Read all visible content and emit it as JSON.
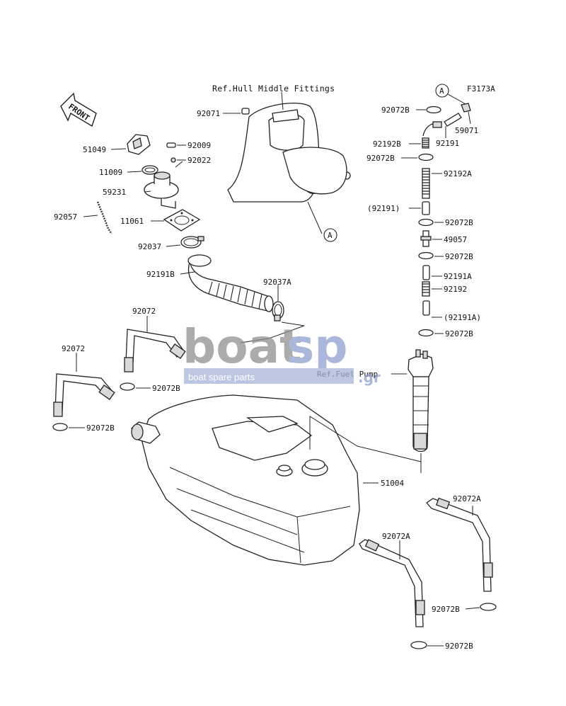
{
  "diagram": {
    "code": "F3173A",
    "ref_hull": "Ref.Hull Middle Fittings",
    "ref_pump": "Ref.Fuel Pump",
    "front_label": "FRONT",
    "callout_a": "A"
  },
  "labels": {
    "p92071": "92071",
    "p51049": "51049",
    "p92009": "92009",
    "p92022": "92022",
    "p11009": "11009",
    "p59231": "59231",
    "p92057": "92057",
    "p11061": "11061",
    "p92037": "92037",
    "p92191B": "92191B",
    "p92037A": "92037A",
    "p92072_a": "92072",
    "p92072_b": "92072",
    "p92072B_1": "92072B",
    "p92072B_2": "92072B",
    "p51004": "51004",
    "p92072A_1": "92072A",
    "p92072A_2": "92072A",
    "p92072B_3": "92072B",
    "p92072B_4": "92072B",
    "r92072B_1": "92072B",
    "r59071": "59071",
    "r92192B": "92192B",
    "r92191": "92191",
    "r92072B_2": "92072B",
    "r92192A": "92192A",
    "r92191_paren": "(92191)",
    "r92072B_3": "92072B",
    "r49057": "49057",
    "r92072B_4": "92072B",
    "r92191A": "92191A",
    "r92192": "92192",
    "r92191A_paren": "(92191A)",
    "r92072B_5": "92072B"
  },
  "watermark": {
    "brand_left": "boat",
    "brand_right": "sp",
    "tld": ".gr",
    "tagline": "boat spare parts"
  }
}
